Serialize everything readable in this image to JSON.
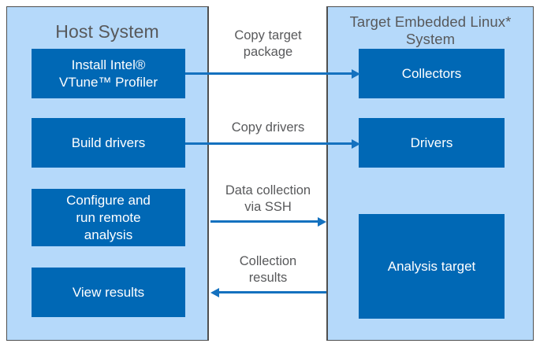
{
  "diagram": {
    "title": "Host System and Target Embedded Linux System remote collection flow",
    "colors": {
      "panel_background": "#b5d9fa",
      "box_fill": "#0068b5",
      "box_text": "#ffffff",
      "arrow": "#1471bf",
      "label_text": "#58595b",
      "panel_border": "#4f4f4f",
      "middle_column_background": "#ffffff"
    }
  },
  "host_panel": {
    "title": "Host System",
    "boxes": [
      {
        "id": "install",
        "label_line1": "Install Intel®",
        "label_line2": "VTune™ Profiler"
      },
      {
        "id": "build",
        "label_line1": "Build drivers"
      },
      {
        "id": "configure",
        "label_line1": "Configure and",
        "label_line2": "run remote",
        "label_line3": "analysis"
      },
      {
        "id": "view",
        "label_line1": "View results"
      }
    ]
  },
  "target_panel": {
    "title_line1": "Target Embedded",
    "title_line2": "Linux* System",
    "boxes": [
      {
        "id": "collectors",
        "label_line1": "Collectors"
      },
      {
        "id": "drivers",
        "label_line1": "Drivers"
      },
      {
        "id": "analysis",
        "label_line1": "Analysis target"
      }
    ]
  },
  "connectors": [
    {
      "id": "copy-package",
      "label_line1": "Copy target",
      "label_line2": "package",
      "direction": "right"
    },
    {
      "id": "copy-drivers",
      "label_line1": "Copy drivers",
      "direction": "right"
    },
    {
      "id": "data-collection",
      "label_line1": "Data collection",
      "label_line2": "via SSH",
      "direction": "right"
    },
    {
      "id": "collection-results",
      "label_line1": "Collection",
      "label_line2": "results",
      "direction": "left"
    }
  ]
}
